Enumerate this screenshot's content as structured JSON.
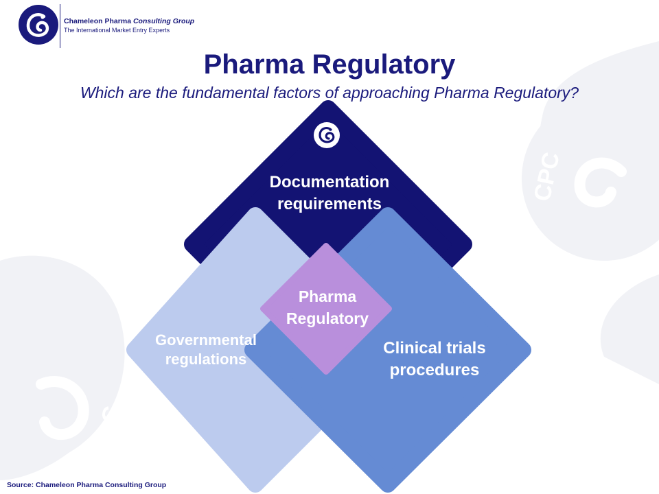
{
  "header": {
    "company_name": "Chameleon Pharma",
    "company_name_suffix": "Consulting Group",
    "tagline": "The International Market Entry Experts"
  },
  "title": "Pharma Regulatory",
  "subtitle": "Which are the fundamental factors of approaching Pharma Regulatory?",
  "diagram": {
    "top": {
      "line1": "Documentation",
      "line2": "requirements"
    },
    "left": {
      "line1": "Governmental",
      "line2": "regulations"
    },
    "right": {
      "line1": "Clinical trials",
      "line2": "procedures"
    },
    "center": {
      "line1": "Pharma",
      "line2": "Regulatory"
    }
  },
  "watermark": {
    "text": "CPC"
  },
  "footer": {
    "source": "Source: Chameleon Pharma Consulting Group"
  },
  "colors": {
    "navy": "#1a1a7c",
    "dark_blue": "#131373",
    "light_blue": "#bccbee",
    "medium_blue": "#658bd4",
    "lavender": "#b98fdc"
  },
  "icons": [
    "chameleon-logo-icon",
    "chameleon-icon"
  ]
}
